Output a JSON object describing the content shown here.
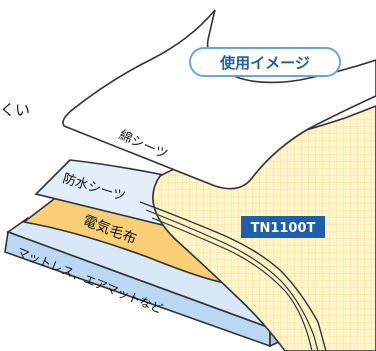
{
  "badge": {
    "label": "使用イメージ"
  },
  "cropped_text": "くい",
  "layers": {
    "cotton_sheet": "綿シーツ",
    "waterproof_sheet": "防水シーツ",
    "electric_blanket": "電気毛布",
    "mattress": "マットレス、エアマットなど"
  },
  "model_tag": "TN1100T",
  "colors": {
    "badge_text": "#1f5fa8",
    "badge_border": "#6aa6dc",
    "mattress_fill": "#bcd7f2",
    "waterproof_fill": "#e4eefa",
    "blanket_fill": "#f8cf76",
    "product_fill": "#fff5c9",
    "model_tag_fill": "#1f5fa8",
    "outline": "#333333"
  }
}
